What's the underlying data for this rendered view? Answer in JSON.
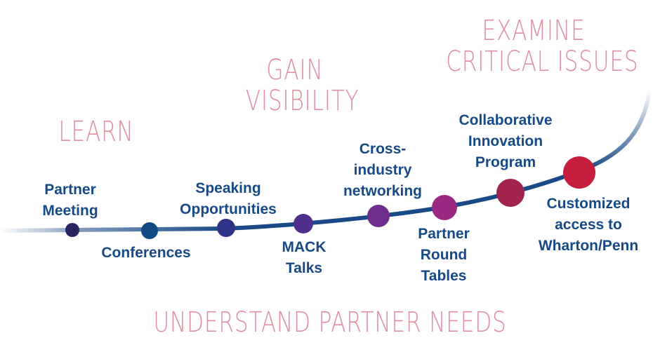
{
  "phases": {
    "learn": "LEARN",
    "gain_visibility": [
      "GAIN",
      "VISIBILITY"
    ],
    "examine": [
      "EXAMINE",
      "CRITICAL ISSUES"
    ],
    "understand": "UNDERSTAND PARTNER NEEDS"
  },
  "milestones": [
    {
      "label": [
        "Partner",
        "Meeting"
      ],
      "color": "#2a2560"
    },
    {
      "label": [
        "Conferences"
      ],
      "color": "#124a85"
    },
    {
      "label": [
        "Speaking",
        "Opportunities"
      ],
      "color": "#2f3486"
    },
    {
      "label": [
        "MACK",
        "Talks"
      ],
      "color": "#4f2f8c"
    },
    {
      "label": [
        "Cross-",
        "industry",
        "networking"
      ],
      "color": "#6c2e8a"
    },
    {
      "label": [
        "Partner",
        "Round",
        "Tables"
      ],
      "color": "#9a2880"
    },
    {
      "label": [
        "Collaborative",
        "Innovation",
        "Program"
      ],
      "color": "#a1234e"
    },
    {
      "label": [
        "Customized",
        "access to",
        "Wharton/Penn"
      ],
      "color": "#c61d3e"
    }
  ],
  "colors": {
    "curve": "#1a4a86",
    "phase_text": "#e08fa0",
    "label_text": "#154a86"
  }
}
